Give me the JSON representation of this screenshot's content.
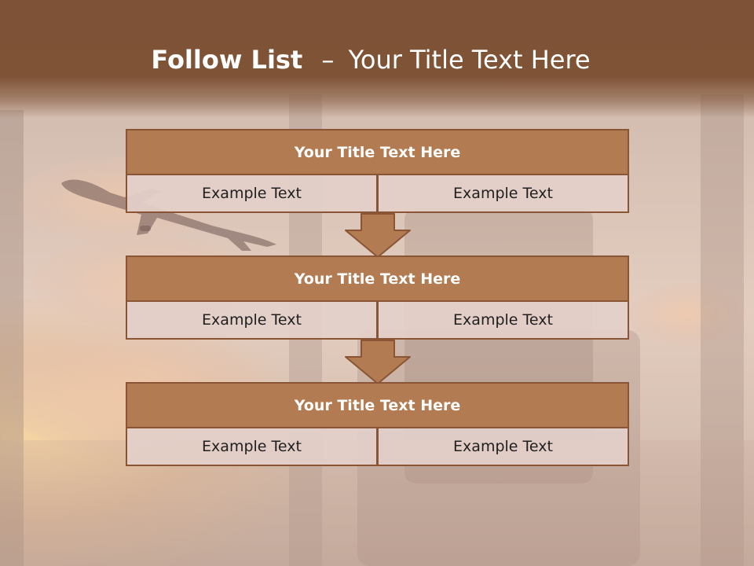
{
  "slide": {
    "title_bold": "Follow List",
    "title_separator": "–",
    "title_rest": "Your Title Text Here"
  },
  "blocks": [
    {
      "title": "Your Title Text Here",
      "left": "Example Text",
      "right": "Example Text"
    },
    {
      "title": "Your Title Text Here",
      "left": "Example Text",
      "right": "Example Text"
    },
    {
      "title": "Your Title Text Here",
      "left": "Example Text",
      "right": "Example Text"
    }
  ],
  "colors": {
    "header": "#7f5336",
    "block_title_fill": "#b27b51",
    "border": "#8a5535",
    "cell_fill": "#e3d0c9"
  }
}
